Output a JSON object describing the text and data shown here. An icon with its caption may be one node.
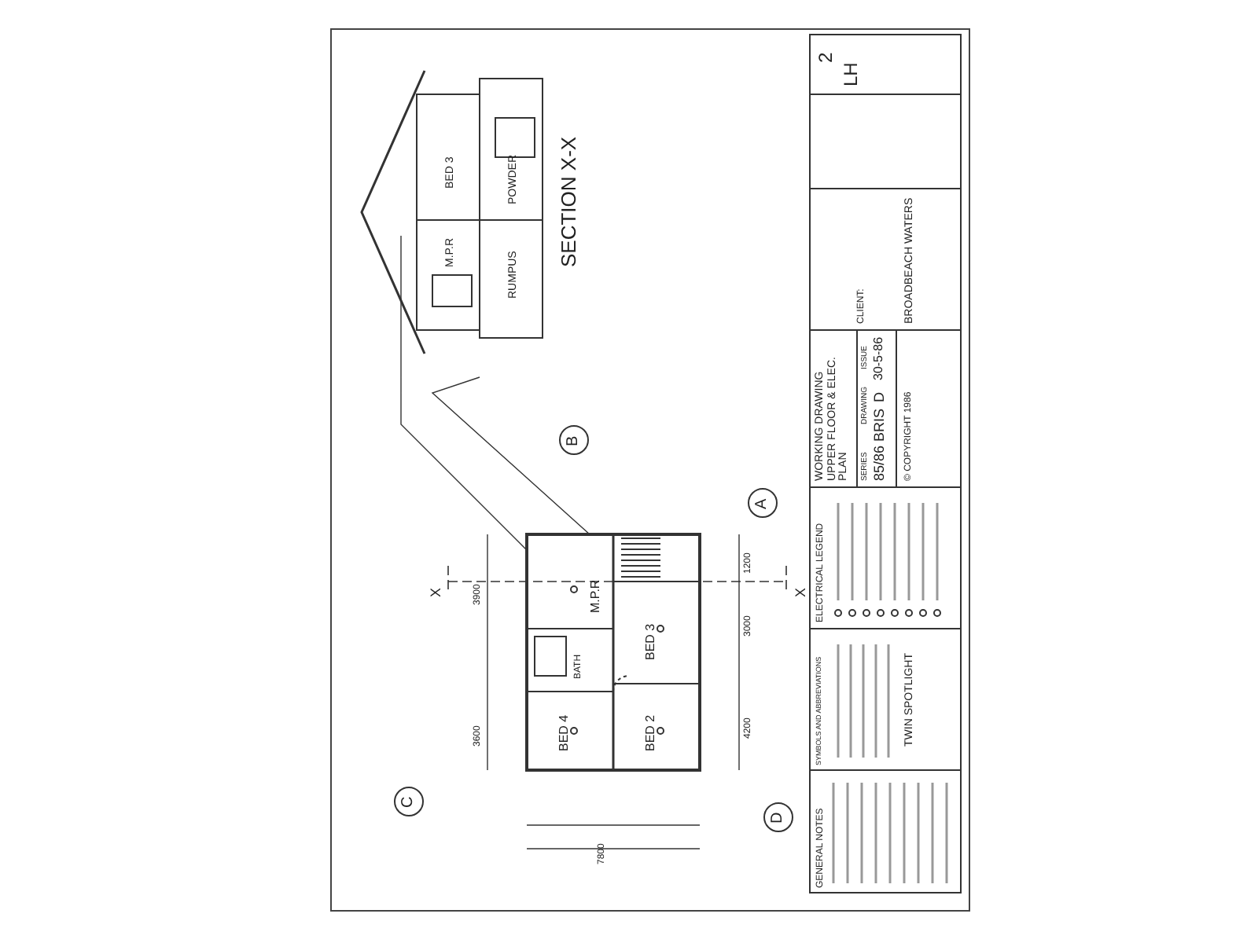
{
  "diagram": {
    "labels": [
      "M.P.R",
      "BED 4",
      "BED 3",
      "BED 2",
      "BATH",
      "A",
      "B",
      "C",
      "D",
      "X",
      "X",
      "3000",
      "1200",
      "4200",
      "3600",
      "3900",
      "7800",
      "M.P.R",
      "BED 3",
      "RUMPUS",
      "POWDER",
      "SECTION X-X",
      "GENERAL NOTES",
      "SYMBOLS AND ABBREVIATIONS",
      "TWIN SPOTLIGHT",
      "ELECTRICAL LEGEND",
      "WORKING DRAWING UPPER FLOOR & ELEC. PLAN",
      "SERIES",
      "DRAWING",
      "ISSUE",
      "85/86 BRIS",
      "D",
      "30-5-86",
      "© COPYRIGHT 1986",
      "CLIENT:",
      "BROADBEACH WATERS",
      "LH",
      "2"
    ]
  }
}
